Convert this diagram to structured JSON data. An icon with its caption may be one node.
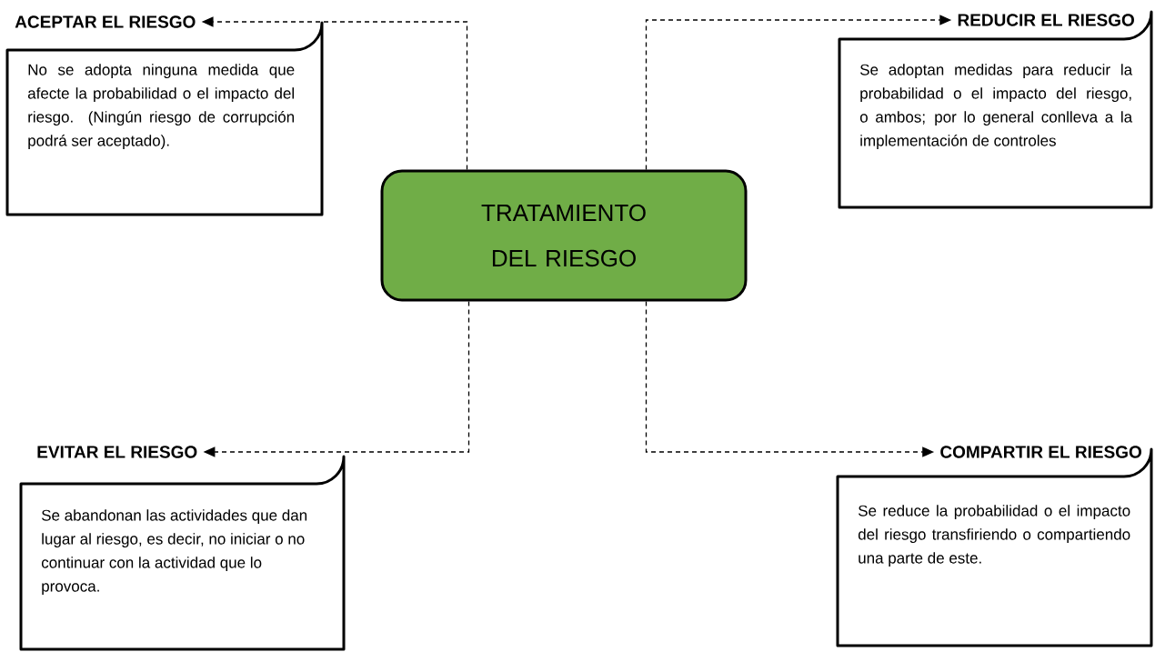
{
  "diagram": {
    "nodes": [
      {
        "text": [
          "ACEPTAR EL RIESGO",
          "No se adopta ninguna medida que afecte la probabilidad o el impacto del riesgo. (Ningún riesgo de corrupción podrá ser aceptado)."
        ]
      },
      {
        "text": [
          "REDUCIR EL RIESGO",
          "Se adoptan medidas para reducir la probabilidad o el impacto del riesgo, o ambos; por lo general conlleva a la implementación de controles"
        ]
      },
      {
        "text": [
          "TRATAMIENTO DEL RIESGO"
        ]
      },
      {
        "text": [
          "EVITAR EL RIESGO",
          "Se abandonan las actividades que dan lugar al riesgo, es decir, no iniciar o no continuar con la actividad que lo provoca."
        ]
      },
      {
        "text": [
          "COMPARTIR EL RIESGO",
          "Se reduce la probabilidad o el impacto del riesgo transfiriendo o compartiendo una parte de este."
        ]
      }
    ],
    "edges": [
      {
        "from": 2,
        "to": 0,
        "arrow": "to",
        "style": "dashed"
      },
      {
        "from": 2,
        "to": 1,
        "arrow": "to",
        "style": "dashed"
      },
      {
        "from": 2,
        "to": 3,
        "arrow": "to",
        "style": "dashed"
      },
      {
        "from": 2,
        "to": 4,
        "arrow": "to",
        "style": "dashed"
      }
    ]
  }
}
